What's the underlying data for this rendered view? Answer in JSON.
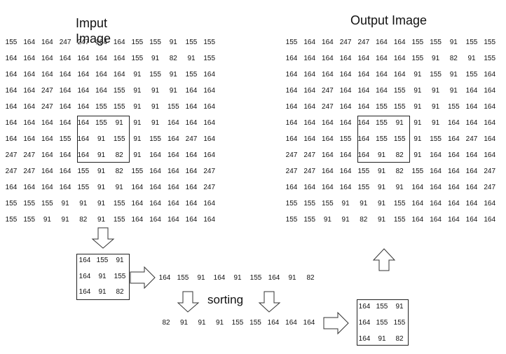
{
  "input_title": "Imput\nImage",
  "output_title": "Output Image",
  "sorting_label": "sorting",
  "input_matrix": [
    [
      "155",
      "164",
      "164",
      "247",
      "247",
      "164",
      "164",
      "155",
      "155",
      "91",
      "155",
      "155"
    ],
    [
      "164",
      "164",
      "164",
      "164",
      "164",
      "164",
      "164",
      "155",
      "91",
      "82",
      "91",
      "155"
    ],
    [
      "164",
      "164",
      "164",
      "164",
      "164",
      "164",
      "164",
      "91",
      "155",
      "91",
      "155",
      "164"
    ],
    [
      "164",
      "164",
      "247",
      "164",
      "164",
      "164",
      "155",
      "91",
      "91",
      "91",
      "164",
      "164"
    ],
    [
      "164",
      "164",
      "247",
      "164",
      "164",
      "155",
      "155",
      "91",
      "91",
      "155",
      "164",
      "164"
    ],
    [
      "164",
      "164",
      "164",
      "164",
      "164",
      "155",
      "91",
      "91",
      "91",
      "164",
      "164",
      "164"
    ],
    [
      "164",
      "164",
      "164",
      "155",
      "164",
      "91",
      "155",
      "91",
      "155",
      "164",
      "247",
      "164"
    ],
    [
      "247",
      "247",
      "164",
      "164",
      "164",
      "91",
      "82",
      "91",
      "164",
      "164",
      "164",
      "164"
    ],
    [
      "247",
      "247",
      "164",
      "164",
      "155",
      "91",
      "82",
      "155",
      "164",
      "164",
      "164",
      "247"
    ],
    [
      "164",
      "164",
      "164",
      "164",
      "155",
      "91",
      "91",
      "164",
      "164",
      "164",
      "164",
      "247"
    ],
    [
      "155",
      "155",
      "155",
      "91",
      "91",
      "91",
      "155",
      "164",
      "164",
      "164",
      "164",
      "164"
    ],
    [
      "155",
      "155",
      "91",
      "91",
      "82",
      "91",
      "155",
      "164",
      "164",
      "164",
      "164",
      "164"
    ]
  ],
  "output_matrix": [
    [
      "155",
      "164",
      "164",
      "247",
      "247",
      "164",
      "164",
      "155",
      "155",
      "91",
      "155",
      "155"
    ],
    [
      "164",
      "164",
      "164",
      "164",
      "164",
      "164",
      "164",
      "155",
      "91",
      "82",
      "91",
      "155"
    ],
    [
      "164",
      "164",
      "164",
      "164",
      "164",
      "164",
      "164",
      "91",
      "155",
      "91",
      "155",
      "164"
    ],
    [
      "164",
      "164",
      "247",
      "164",
      "164",
      "164",
      "155",
      "91",
      "91",
      "91",
      "164",
      "164"
    ],
    [
      "164",
      "164",
      "247",
      "164",
      "164",
      "155",
      "155",
      "91",
      "91",
      "155",
      "164",
      "164"
    ],
    [
      "164",
      "164",
      "164",
      "164",
      "164",
      "155",
      "91",
      "91",
      "91",
      "164",
      "164",
      "164"
    ],
    [
      "164",
      "164",
      "164",
      "155",
      "164",
      "155",
      "155",
      "91",
      "155",
      "164",
      "247",
      "164"
    ],
    [
      "247",
      "247",
      "164",
      "164",
      "164",
      "91",
      "82",
      "91",
      "164",
      "164",
      "164",
      "164"
    ],
    [
      "247",
      "247",
      "164",
      "164",
      "155",
      "91",
      "82",
      "155",
      "164",
      "164",
      "164",
      "247"
    ],
    [
      "164",
      "164",
      "164",
      "164",
      "155",
      "91",
      "91",
      "164",
      "164",
      "164",
      "164",
      "247"
    ],
    [
      "155",
      "155",
      "155",
      "91",
      "91",
      "91",
      "155",
      "164",
      "164",
      "164",
      "164",
      "164"
    ],
    [
      "155",
      "155",
      "91",
      "91",
      "82",
      "91",
      "155",
      "164",
      "164",
      "164",
      "164",
      "164"
    ]
  ],
  "window_input": [
    [
      "164",
      "155",
      "91"
    ],
    [
      "164",
      "91",
      "155"
    ],
    [
      "164",
      "91",
      "82"
    ]
  ],
  "unsorted_sequence": [
    "164",
    "155",
    "91",
    "164",
    "91",
    "155",
    "164",
    "91",
    "82"
  ],
  "sorted_sequence": [
    "82",
    "91",
    "91",
    "91",
    "155",
    "155",
    "164",
    "164",
    "164"
  ],
  "window_output": [
    [
      "164",
      "155",
      "91"
    ],
    [
      "164",
      "155",
      "155"
    ],
    [
      "164",
      "91",
      "82"
    ]
  ]
}
